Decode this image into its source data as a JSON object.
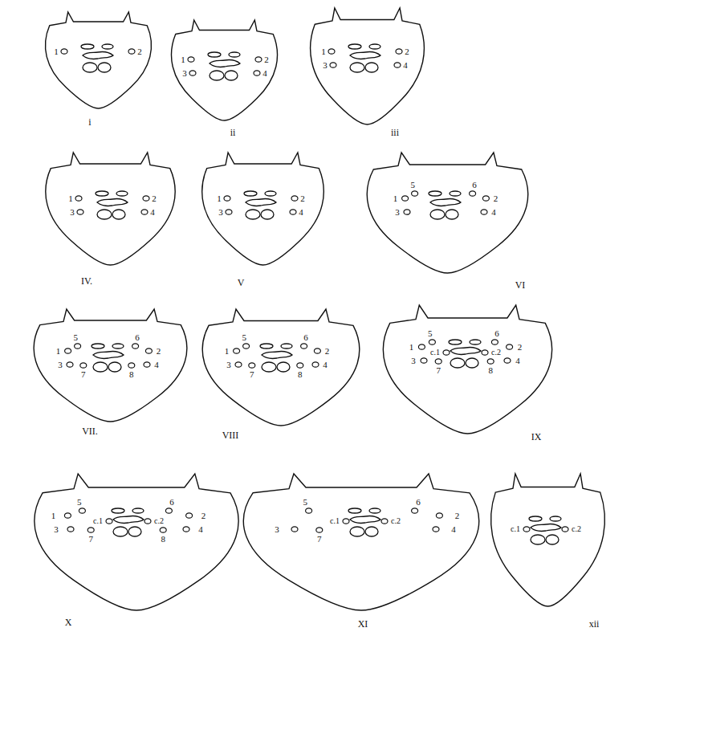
{
  "diagram": {
    "labels": [
      "1",
      "2",
      "i",
      "1",
      "2",
      "3",
      "4",
      "ii",
      "1",
      "2",
      "3",
      "4",
      "iii",
      "1",
      "2",
      "3",
      "4",
      "IV.",
      "1",
      "2",
      "3",
      "4",
      "V",
      "1",
      "5",
      "6",
      "2",
      "3",
      "4",
      "VI",
      "1",
      "5",
      "6",
      "2",
      "3",
      "7",
      "8",
      "4",
      "VII.",
      "1",
      "5",
      "6",
      "2",
      "3",
      "7",
      "8",
      "4",
      "VIII",
      "1",
      "5",
      "6",
      "2",
      "3",
      "7",
      "8",
      "4",
      "c.1",
      "c.2",
      "IX",
      "1",
      "5",
      "6",
      "2",
      "3",
      "7",
      "8",
      "4",
      "c.1",
      "c.2",
      "X",
      "5",
      "6",
      "2",
      "3",
      "7",
      "4",
      "c.1",
      "c.2",
      "XI",
      "c.1",
      "c.2",
      "xii"
    ]
  }
}
